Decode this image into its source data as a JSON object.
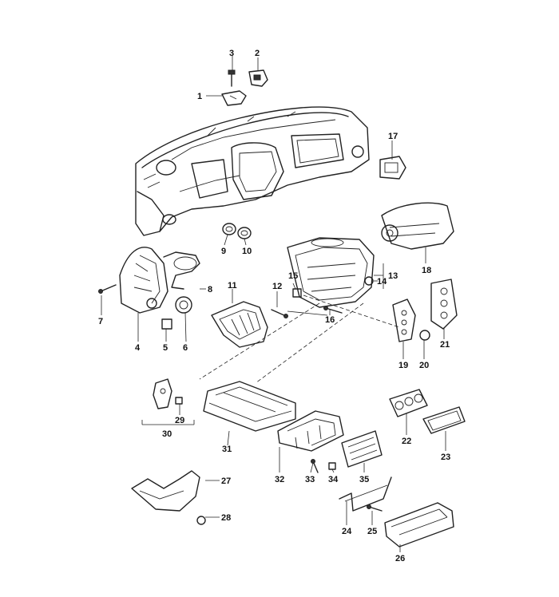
{
  "diagram": {
    "parts": [
      {
        "key": "p1",
        "number": "1"
      },
      {
        "key": "p2",
        "number": "2"
      },
      {
        "key": "p3",
        "number": "3"
      },
      {
        "key": "p4",
        "number": "4"
      },
      {
        "key": "p5",
        "number": "5"
      },
      {
        "key": "p6",
        "number": "6"
      },
      {
        "key": "p7",
        "number": "7"
      },
      {
        "key": "p8",
        "number": "8"
      },
      {
        "key": "p9",
        "number": "9"
      },
      {
        "key": "p10",
        "number": "10"
      },
      {
        "key": "p11",
        "number": "11"
      },
      {
        "key": "p12",
        "number": "12"
      },
      {
        "key": "p13",
        "number": "13"
      },
      {
        "key": "p14",
        "number": "14"
      },
      {
        "key": "p15",
        "number": "15"
      },
      {
        "key": "p16",
        "number": "16"
      },
      {
        "key": "p17",
        "number": "17"
      },
      {
        "key": "p18",
        "number": "18"
      },
      {
        "key": "p19",
        "number": "19"
      },
      {
        "key": "p20",
        "number": "20"
      },
      {
        "key": "p21",
        "number": "21"
      },
      {
        "key": "p22",
        "number": "22"
      },
      {
        "key": "p23",
        "number": "23"
      },
      {
        "key": "p24",
        "number": "24"
      },
      {
        "key": "p25",
        "number": "25"
      },
      {
        "key": "p26",
        "number": "26"
      },
      {
        "key": "p27",
        "number": "27"
      },
      {
        "key": "p28",
        "number": "28"
      },
      {
        "key": "p29",
        "number": "29"
      },
      {
        "key": "p30",
        "number": "30"
      },
      {
        "key": "p31",
        "number": "31"
      },
      {
        "key": "p32",
        "number": "32"
      },
      {
        "key": "p33",
        "number": "33"
      },
      {
        "key": "p34",
        "number": "34"
      },
      {
        "key": "p35",
        "number": "35"
      }
    ]
  }
}
